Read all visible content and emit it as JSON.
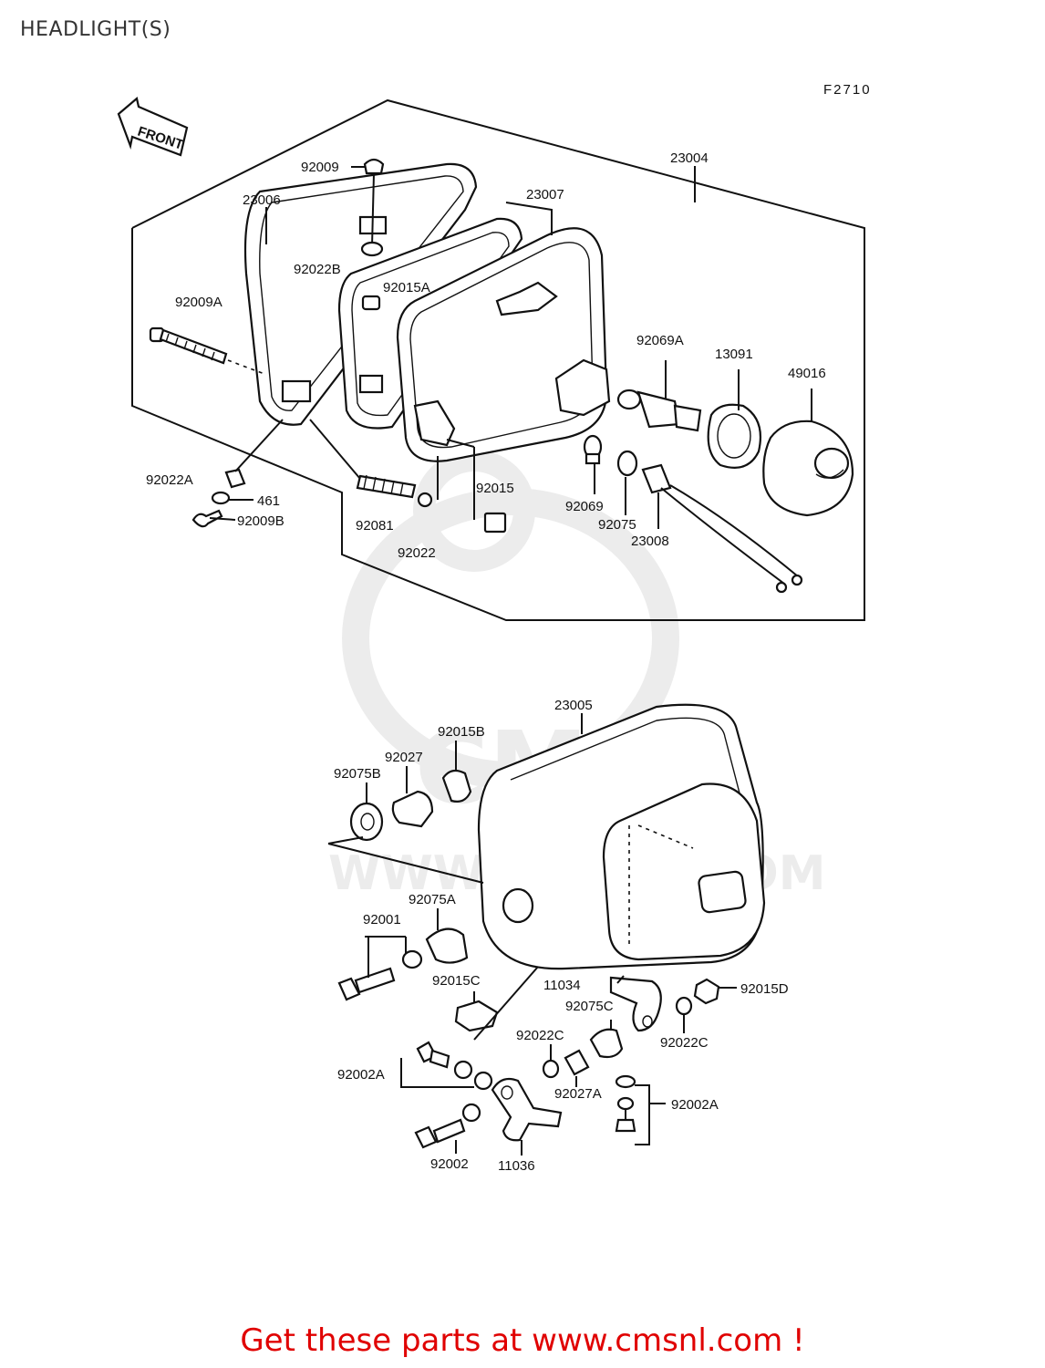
{
  "title": "HEADLIGHT(S)",
  "figure_code": "F2710",
  "front_marker": "FRONT",
  "watermark": {
    "brand": "CMS",
    "url": "WWW.CMSNL.COM"
  },
  "footer_text": "Get these parts at www.cmsnl.com !",
  "colors": {
    "footer": "#e00000",
    "lines": "#111111",
    "watermark": "#ececec"
  },
  "labels": {
    "p23004": "23004",
    "p23006": "23006",
    "p23007": "23007",
    "p92009": "92009",
    "p92022B": "92022B",
    "p92015A": "92015A",
    "p92009A": "92009A",
    "p92069A": "92069A",
    "p13091": "13091",
    "p49016": "49016",
    "p92022A": "92022A",
    "p461": "461",
    "p92009B": "92009B",
    "p92081": "92081",
    "p92022": "92022",
    "p92015": "92015",
    "p92069": "92069",
    "p92075": "92075",
    "p23008": "23008",
    "p23005": "23005",
    "p92015B": "92015B",
    "p92027": "92027",
    "p92075B": "92075B",
    "p92075A": "92075A",
    "p92001": "92001",
    "p92015C": "92015C",
    "p11034": "11034",
    "p92015D": "92015D",
    "p92075C": "92075C",
    "p92022C_l": "92022C",
    "p92022C_r": "92022C",
    "p92002A_l": "92002A",
    "p92027A": "92027A",
    "p92002A_r": "92002A",
    "p92002": "92002",
    "p11036": "11036"
  }
}
